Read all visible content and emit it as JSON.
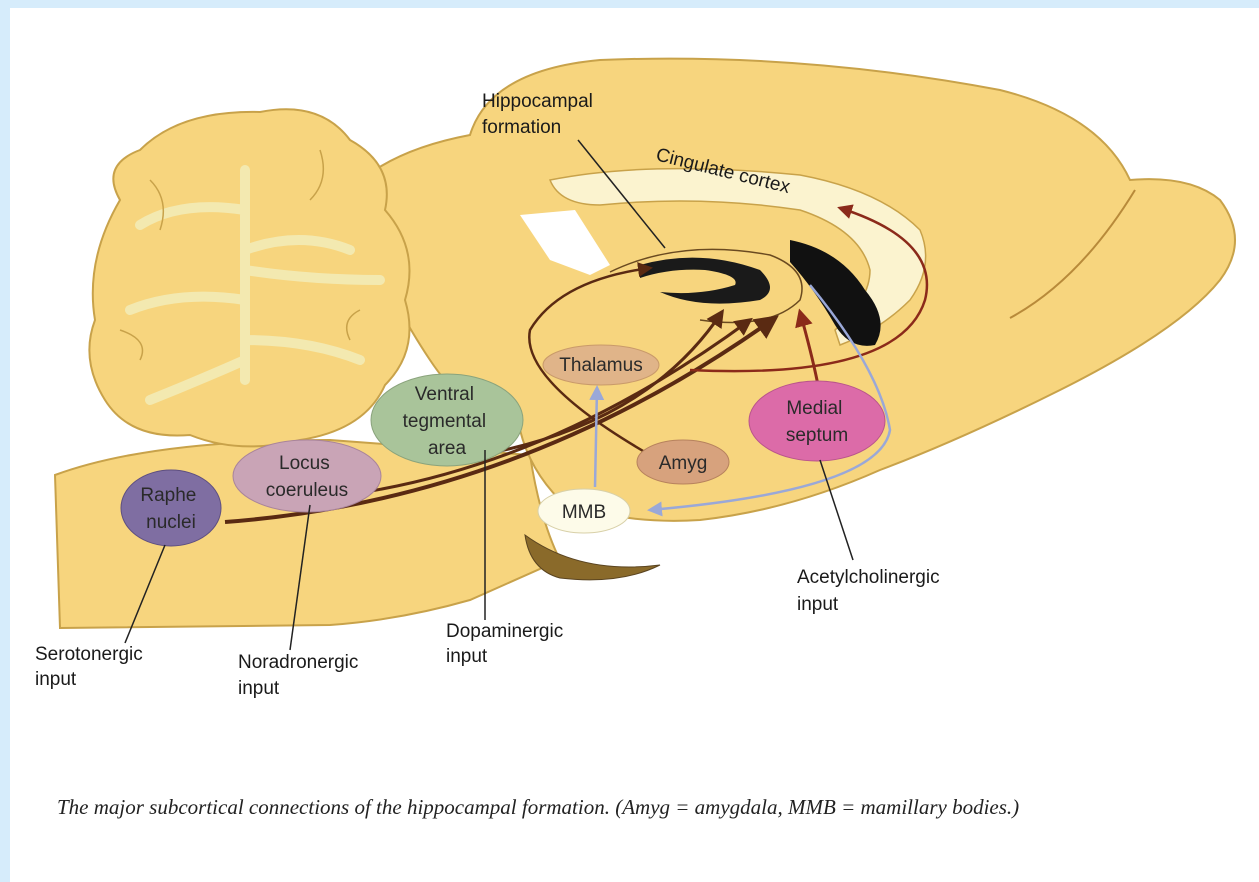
{
  "labels": {
    "hippocampal_formation": [
      "Hippocampal",
      "formation"
    ],
    "cingulate_cortex": "Cingulate cortex",
    "thalamus": "Thalamus",
    "ventral_tegmental_area": [
      "Ventral",
      "tegmental",
      "area"
    ],
    "medial_septum": [
      "Medial",
      "septum"
    ],
    "locus_coeruleus": [
      "Locus",
      "coeruleus"
    ],
    "raphe_nuclei": [
      "Raphe",
      "nuclei"
    ],
    "amyg": "Amyg",
    "mmb": "MMB",
    "serotonergic_input": [
      "Serotonergic",
      "input"
    ],
    "noradrenergic_input": [
      "Noradronergic",
      "input"
    ],
    "dopaminergic_input": [
      "Dopaminergic",
      "input"
    ],
    "acetylcholinergic_input": [
      "Acetylcholinergic",
      "input"
    ]
  },
  "caption": "The major subcortical connections of the hippocampal formation. (Amyg = amygdala, MMB = mamillary bodies.)",
  "colors": {
    "background": "#d6ecfb",
    "brain_fill": "#f7d57e",
    "brain_outline": "#c8a24a",
    "pale_fill": "#fbf3cf",
    "pathway": "#5a2a12",
    "cholinergic_arrow": "#8b2a1a",
    "mmb_arrow": "#9aa8d8",
    "thalamus_fill": "#e0b489",
    "vta_fill": "#a9c49a",
    "septum_fill": "#dc6ba8",
    "locus_fill": "#c9a4b6",
    "raphe_fill": "#7f6ea2",
    "amyg_fill": "#d7a27d",
    "mmb_fill": "#fdfbe9"
  }
}
